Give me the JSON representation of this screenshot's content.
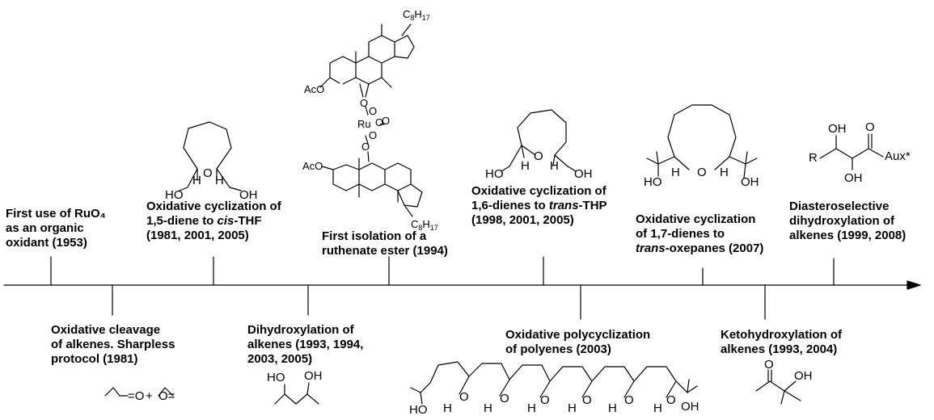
{
  "events": {
    "above": [
      {
        "id": "first-use",
        "lines": [
          "First use of RuO₄",
          "as an organic",
          "oxidant (1953)"
        ]
      },
      {
        "id": "cis-thf",
        "lines": [
          "Oxidative cyclization of",
          "1,5-diene to cis-THF",
          "(1981, 2001, 2005)"
        ]
      },
      {
        "id": "ruthenate-ester",
        "lines": [
          "First isolation of a",
          "ruthenate ester (1994)"
        ]
      },
      {
        "id": "trans-thp",
        "lines": [
          "Oxidative cyclization of",
          "1,6-dienes to trans-THP",
          "(1998, 2001, 2005)"
        ]
      },
      {
        "id": "trans-oxepanes",
        "lines": [
          "Oxidative cyclization",
          "of 1,7-dienes to",
          "trans-oxepanes  (2007)"
        ]
      },
      {
        "id": "diastereoselective",
        "lines": [
          "Diasteroselective",
          "dihydroxylation of",
          "alkenes (1999, 2008)"
        ]
      }
    ],
    "below": [
      {
        "id": "cleavage",
        "lines": [
          "Oxidative cleavage",
          "of alkenes. Sharpless",
          "protocol (1981)"
        ]
      },
      {
        "id": "dihydroxylation",
        "lines": [
          "Dihydroxylation of",
          "alkenes (1993, 1994,",
          "2003, 2005)"
        ]
      },
      {
        "id": "polycyclization",
        "lines": [
          "Oxidative polycyclization",
          "of polyenes (2003)"
        ]
      },
      {
        "id": "ketohydroxylation",
        "lines": [
          "Ketohydroxylation of",
          "alkenes (1993, 2004)"
        ]
      }
    ]
  },
  "structure_atoms": {
    "ho": "HO",
    "oh": "OH",
    "o": "O",
    "h": "H",
    "ru": "Ru",
    "aco": "AcO",
    "c8h17_c": "C",
    "c8h17_8": "8",
    "c8h17_h": "H",
    "c8h17_17": "17",
    "r": "R",
    "aux": "Aux*",
    "eq_o": "=O",
    "plus": "+",
    "o_eq": "O="
  },
  "colors": {
    "line": "#000000",
    "text": "#000000",
    "background": "#ffffff"
  }
}
